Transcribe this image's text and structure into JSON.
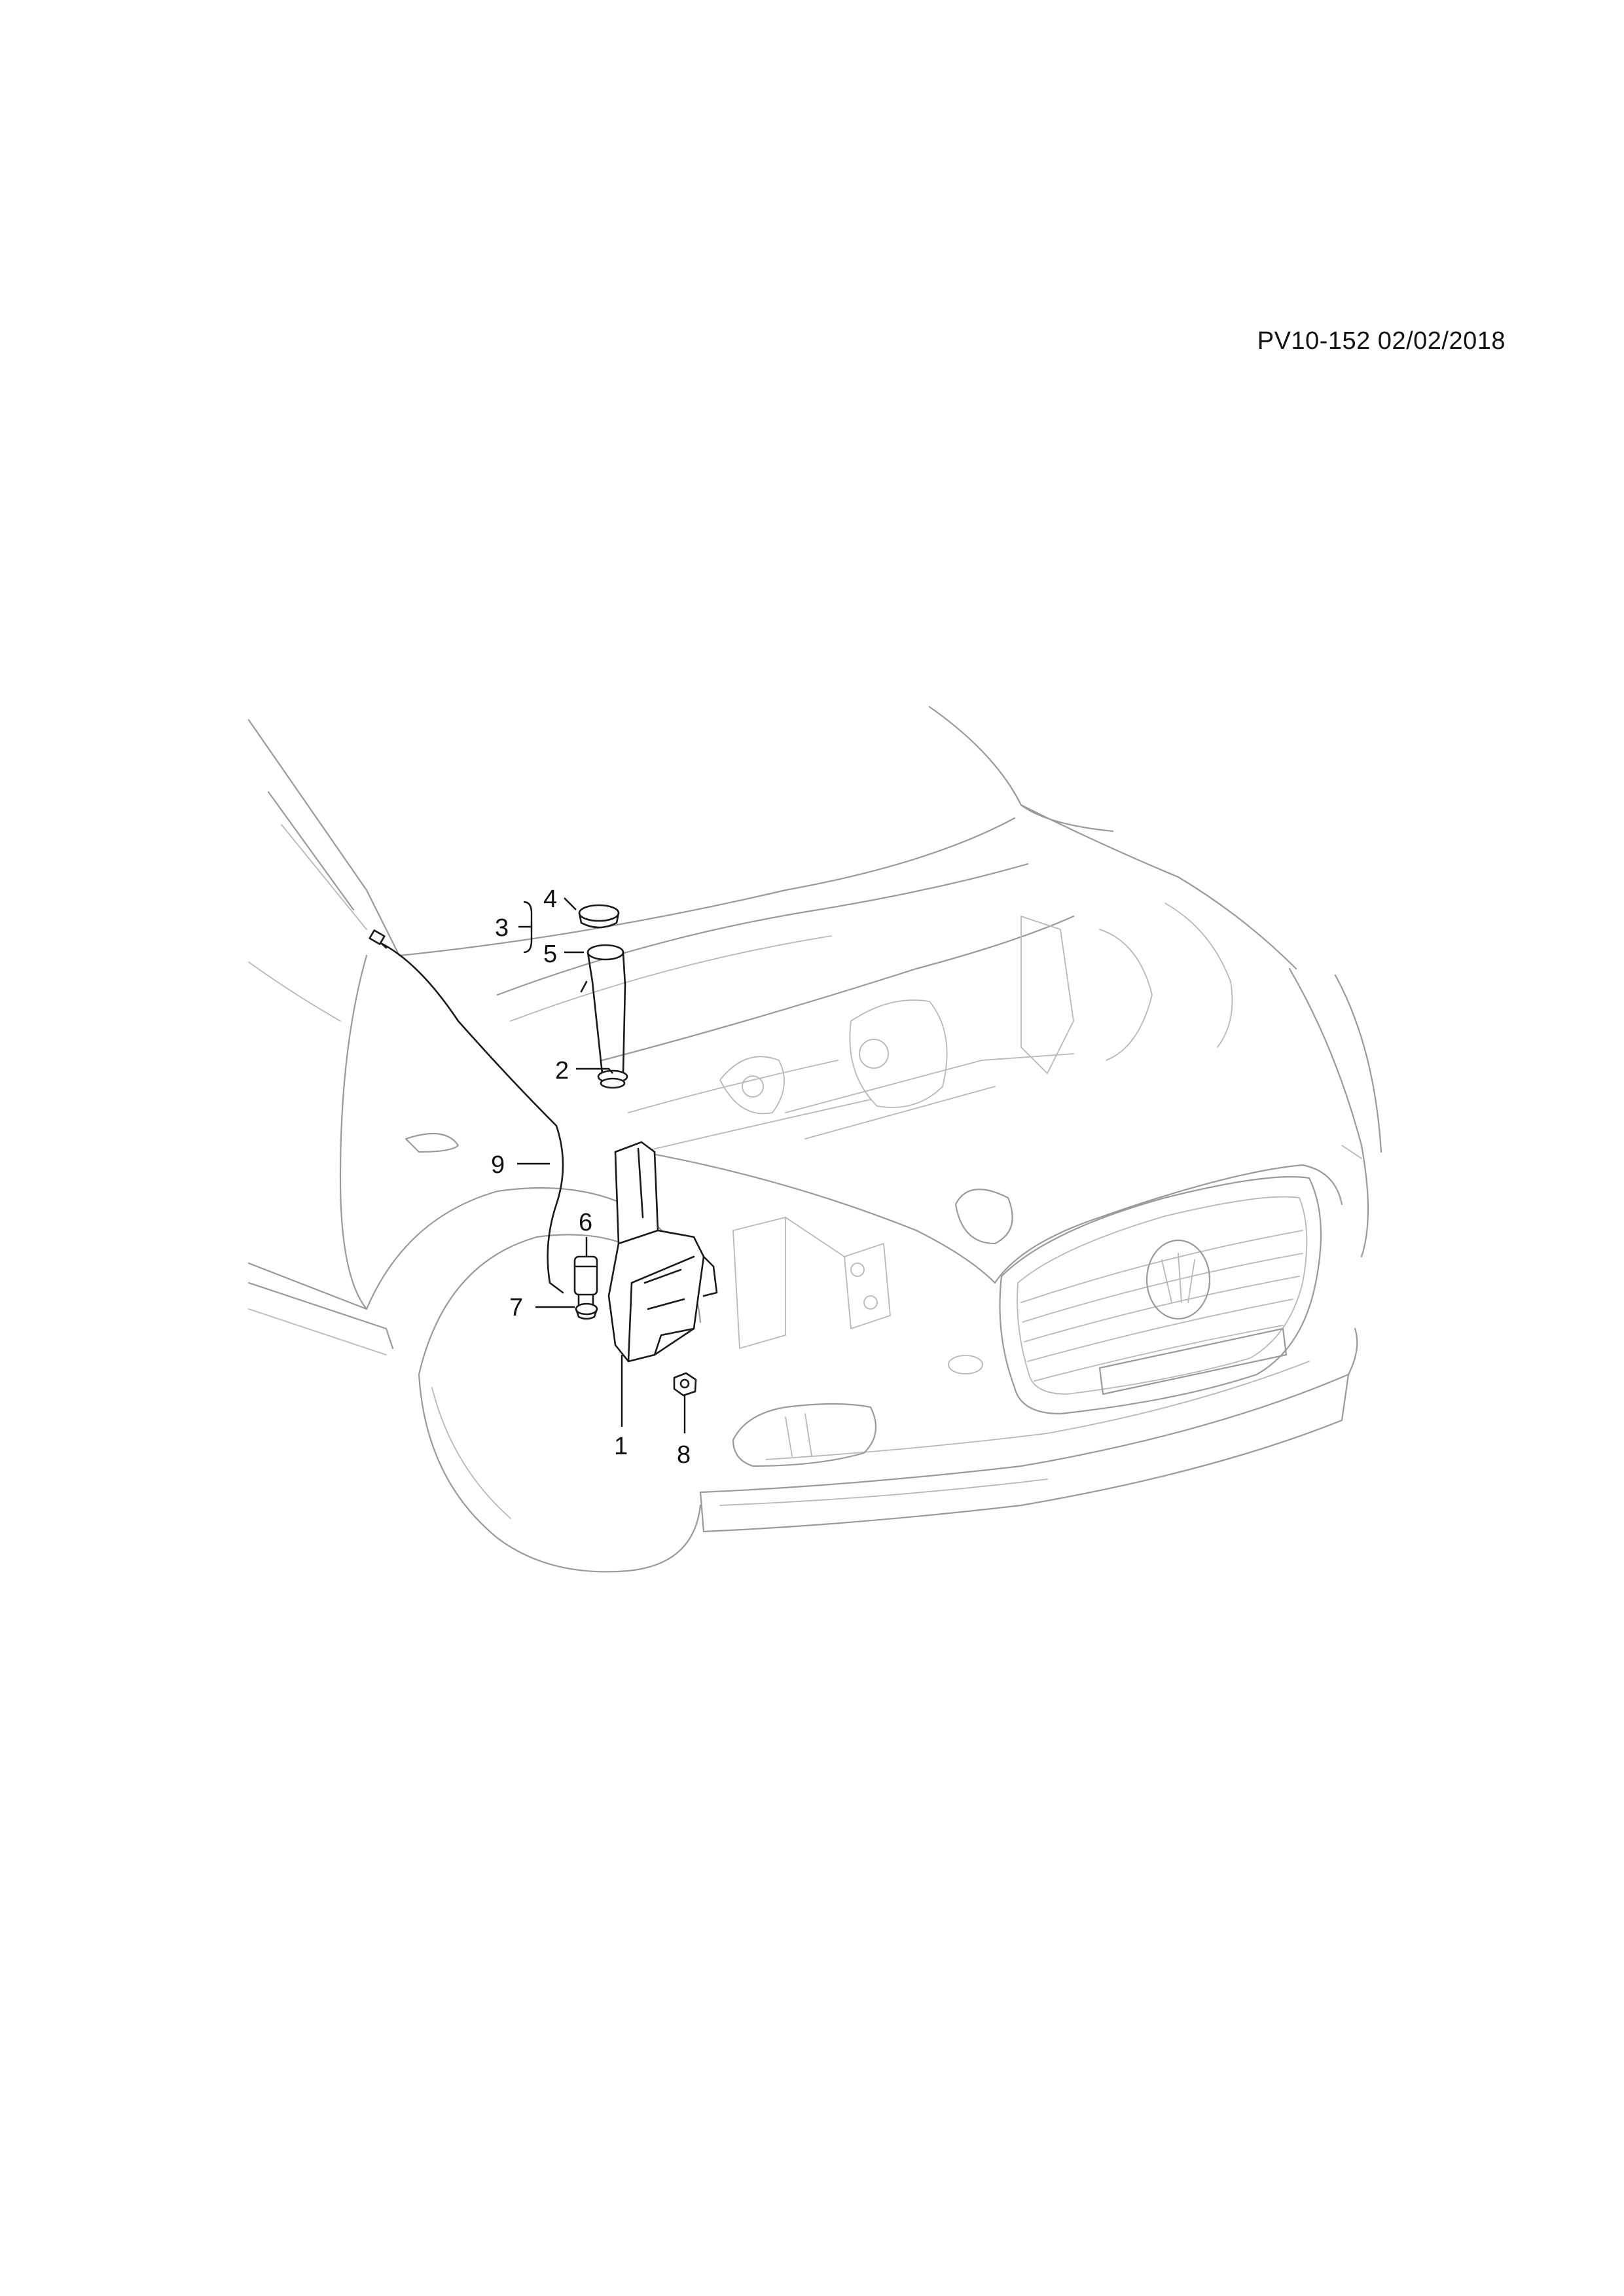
{
  "reference_code": "PV10-152 02/02/2018",
  "callouts": [
    {
      "id": "c1",
      "label": "1"
    },
    {
      "id": "c2",
      "label": "2"
    },
    {
      "id": "c3",
      "label": "3"
    },
    {
      "id": "c4",
      "label": "4"
    },
    {
      "id": "c5",
      "label": "5"
    },
    {
      "id": "c6",
      "label": "6"
    },
    {
      "id": "c7",
      "label": "7"
    },
    {
      "id": "c8",
      "label": "8"
    },
    {
      "id": "c9",
      "label": "9"
    }
  ]
}
